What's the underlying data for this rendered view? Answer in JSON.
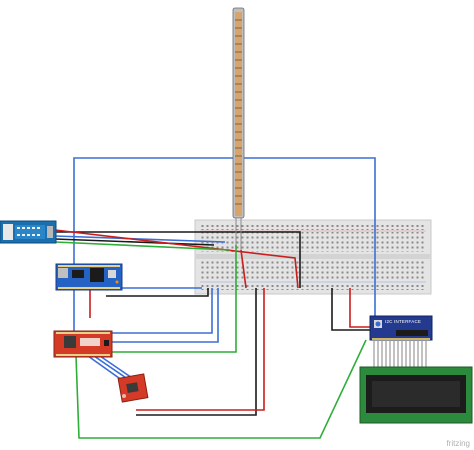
{
  "watermark": "fritzing",
  "lcd_board_label": "I2C INTERFACE",
  "colors": {
    "wire_blue": "#3b6fd6",
    "wire_black": "#1a1a1a",
    "wire_red": "#c81e1e",
    "wire_green": "#2fae38",
    "breadboard": "#e9e9e9",
    "lcd_green": "#2c8a3d",
    "bt_blue": "#1b6fae",
    "nano_blue": "#2462c4",
    "red_board": "#d43a26",
    "i2c_blue": "#233a8f"
  },
  "components": [
    {
      "name": "flex-sensor",
      "icon": "flex-sensor-icon"
    },
    {
      "name": "breadboard",
      "icon": "breadboard-icon"
    },
    {
      "name": "bluetooth-module",
      "icon": "bluetooth-module-icon"
    },
    {
      "name": "arduino-nano",
      "icon": "arduino-nano-icon"
    },
    {
      "name": "mpu-board",
      "icon": "mpu-board-icon"
    },
    {
      "name": "small-sensor-board",
      "icon": "small-sensor-board-icon"
    },
    {
      "name": "i2c-backpack",
      "icon": "i2c-backpack-icon"
    },
    {
      "name": "lcd-display",
      "icon": "lcd-display-icon"
    }
  ]
}
